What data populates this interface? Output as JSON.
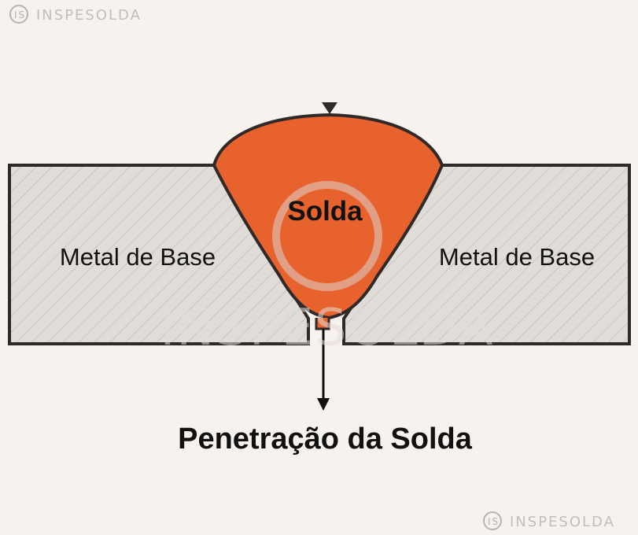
{
  "watermark": {
    "brand": "INSPESOLDA",
    "logo_mark": "IS"
  },
  "diagram": {
    "weld_label": "Solda",
    "base_metal_left_label": "Metal de Base",
    "base_metal_right_label": "Metal de Base",
    "penetration_label": "Penetração da Solda",
    "colors": {
      "background": "#f8f2ee",
      "weld_fill": "#e8622e",
      "base_fill": "#e0dcd8",
      "hatch": "#c9c3bf",
      "outline": "#2f2a28",
      "text": "#111111"
    }
  }
}
